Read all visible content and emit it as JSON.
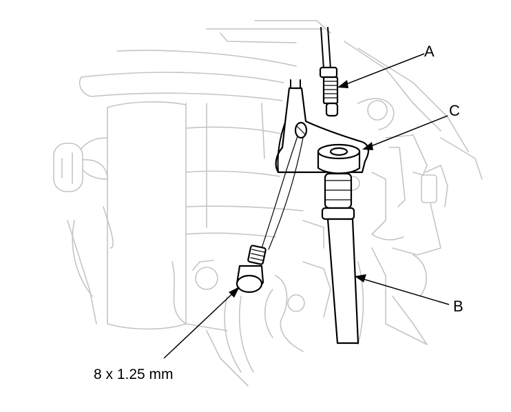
{
  "callouts": {
    "a": "A",
    "b": "B",
    "c": "C",
    "bolt_spec": "8 x 1.25 mm"
  },
  "colors": {
    "background": "#ffffff",
    "foreground_parts": "#000000",
    "background_parts": "#c4c4c4"
  }
}
